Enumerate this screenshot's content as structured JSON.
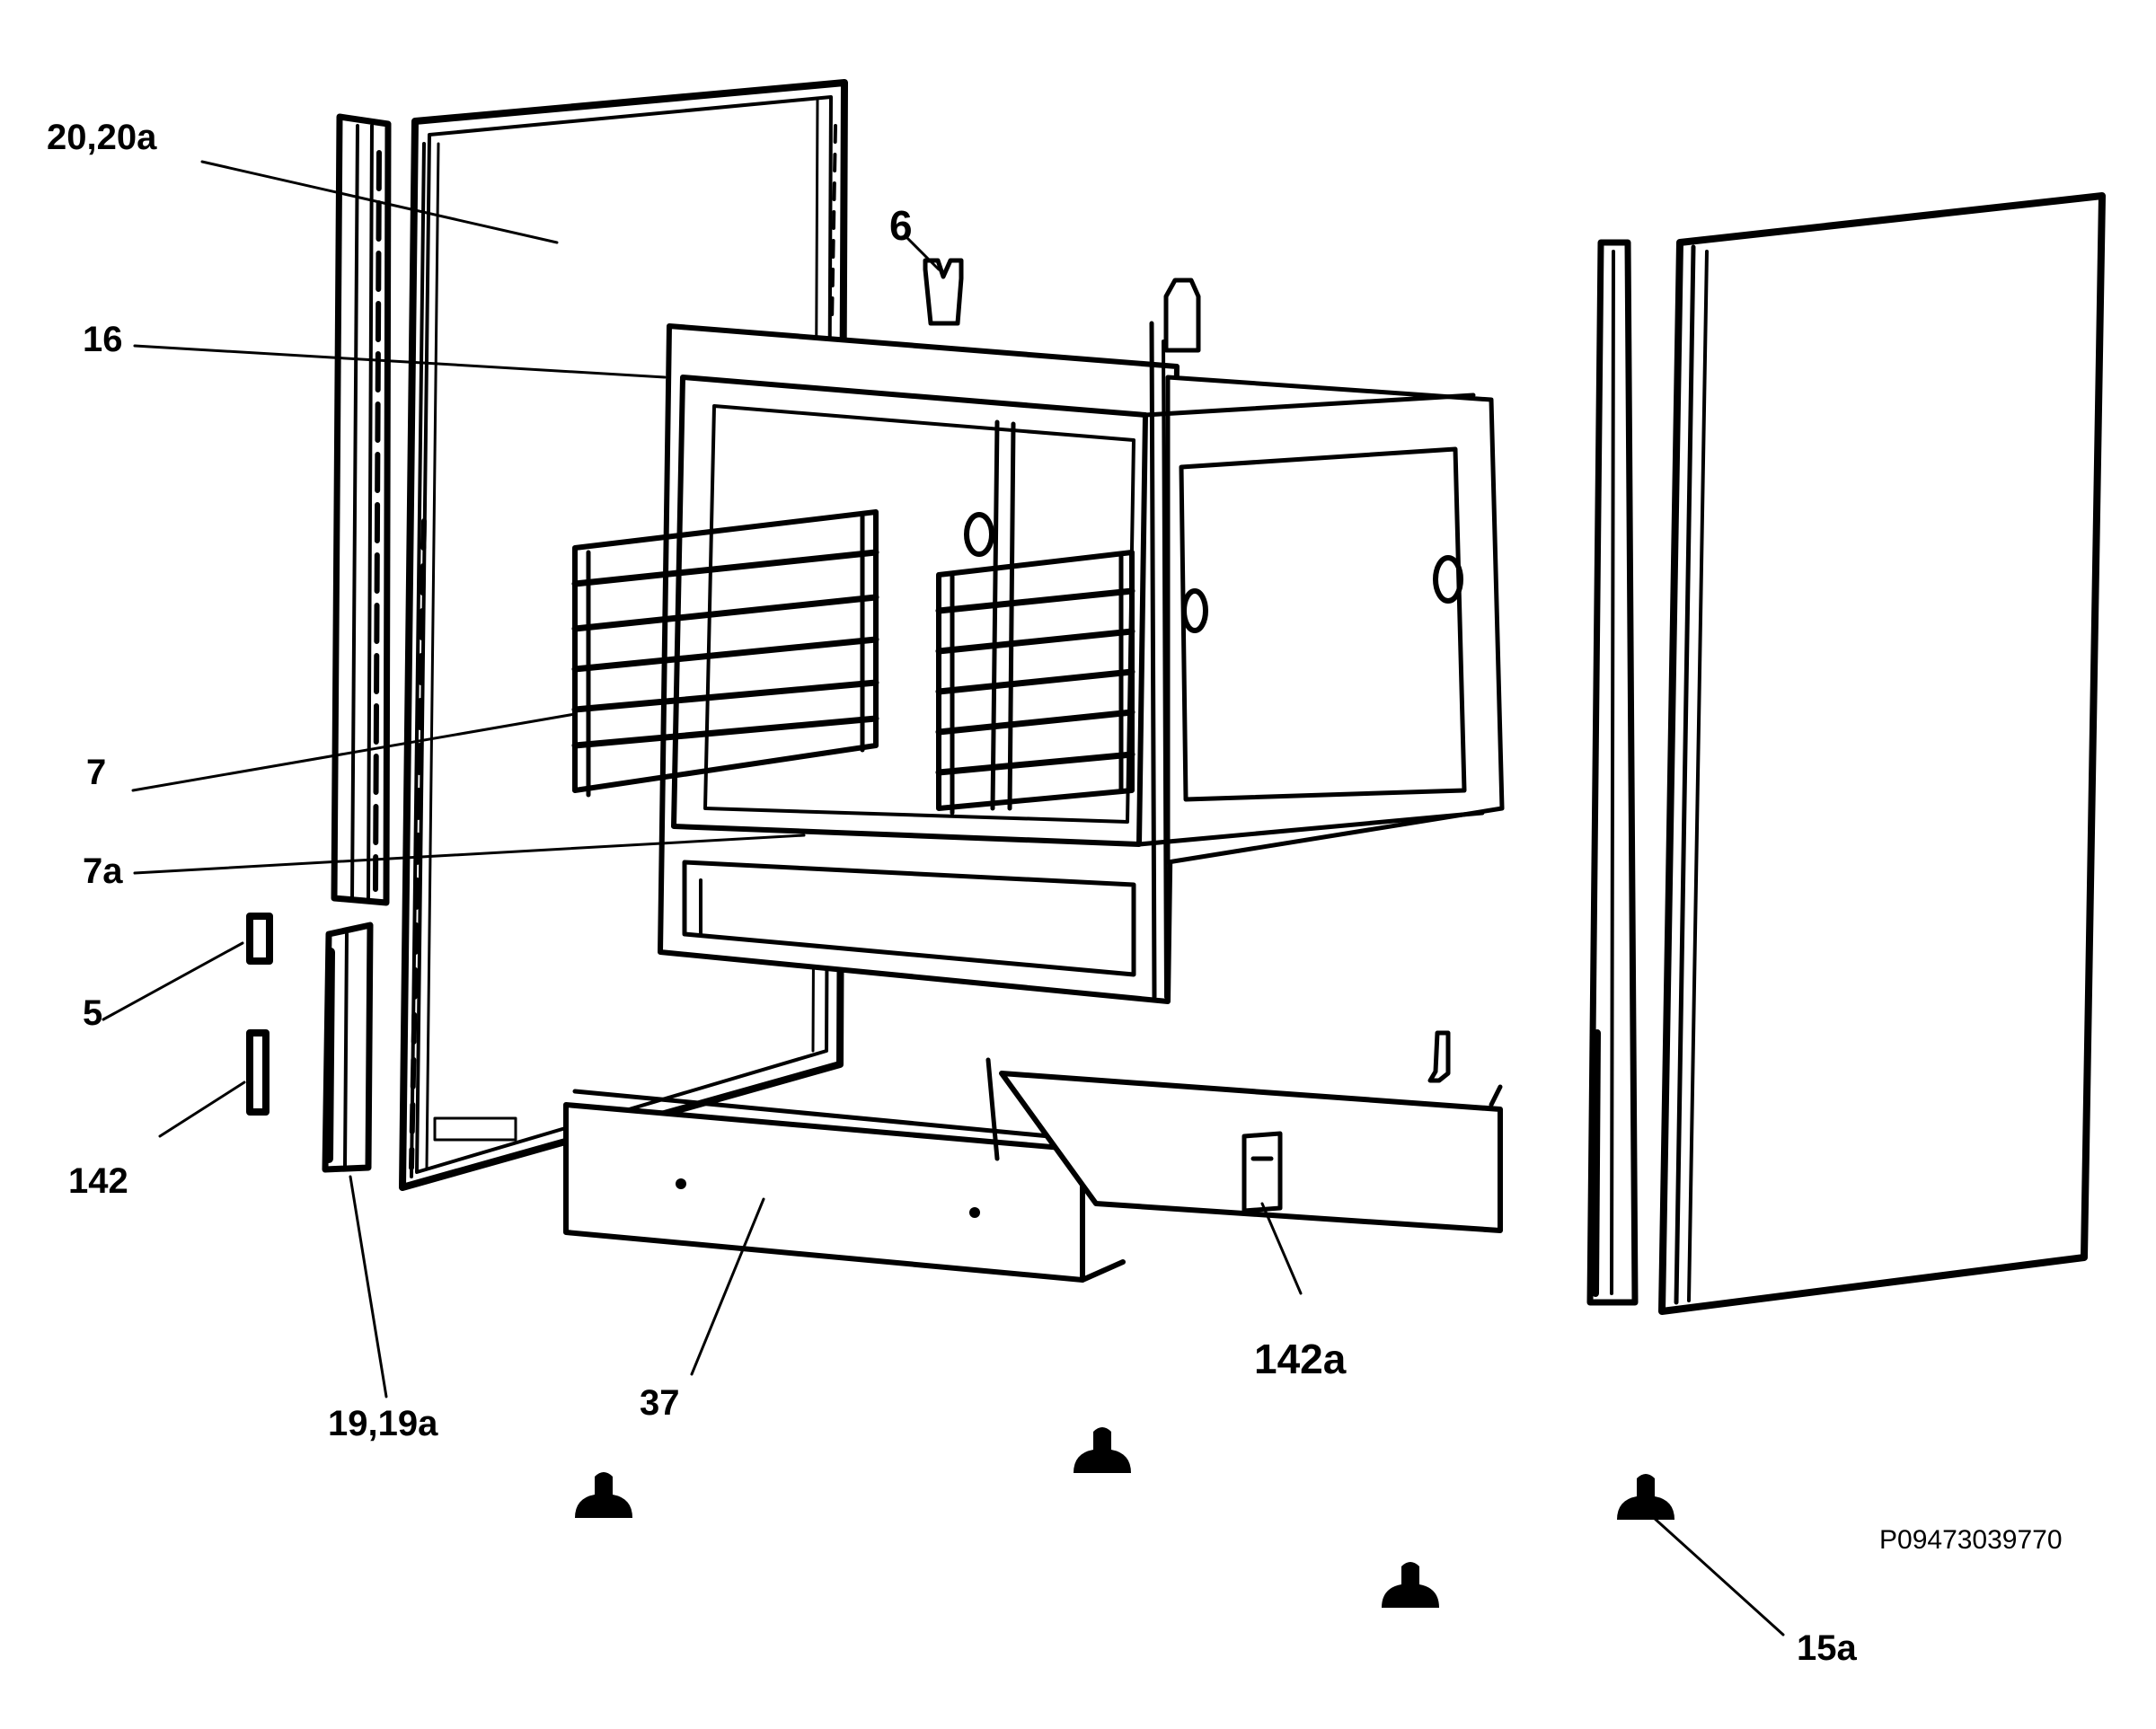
{
  "diagram": {
    "reference_code": "P09473039770",
    "callouts": [
      {
        "id": "c-20-20a",
        "text": "20,20a"
      },
      {
        "id": "c-16",
        "text": "16"
      },
      {
        "id": "c-6",
        "text": "6"
      },
      {
        "id": "c-7",
        "text": "7"
      },
      {
        "id": "c-7a",
        "text": "7a"
      },
      {
        "id": "c-5",
        "text": "5"
      },
      {
        "id": "c-142",
        "text": "142"
      },
      {
        "id": "c-19-19a",
        "text": "19,19a"
      },
      {
        "id": "c-37",
        "text": "37"
      },
      {
        "id": "c-142a",
        "text": "142a"
      },
      {
        "id": "c-15a",
        "text": "15a"
      }
    ]
  }
}
